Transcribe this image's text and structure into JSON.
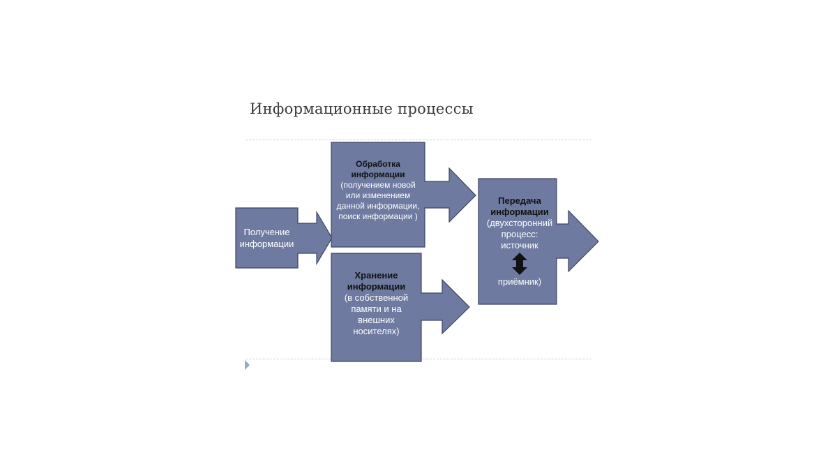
{
  "slide": {
    "title": "Информационные процессы"
  },
  "colors": {
    "box_fill": "#6e7aa0",
    "box_stroke": "#3c4463",
    "rule": "#c9cdd6",
    "bullet": "#9aa7c4",
    "bold_text": "#111111",
    "body_text": "#ffffff"
  },
  "diagram": {
    "receive": {
      "line1": "Получение",
      "line2": "информации"
    },
    "process": {
      "title1": "Обработка",
      "title2": "информации",
      "desc1": "(получением новой",
      "desc2": "или изменением",
      "desc3": "данной информации,",
      "desc4": "поиск информации )"
    },
    "store": {
      "title1": "Хранение",
      "title2": "информации",
      "desc1": "(в собственной",
      "desc2": "памяти и на",
      "desc3": "внешних",
      "desc4": "носителях)"
    },
    "transfer": {
      "title1": "Передача",
      "title2": "информации",
      "desc1": "(двухсторонний",
      "desc2": "процесс:",
      "desc3": "источник",
      "desc4": "приёмник)",
      "arrow_icon": "double-vertical-arrow-icon"
    }
  }
}
